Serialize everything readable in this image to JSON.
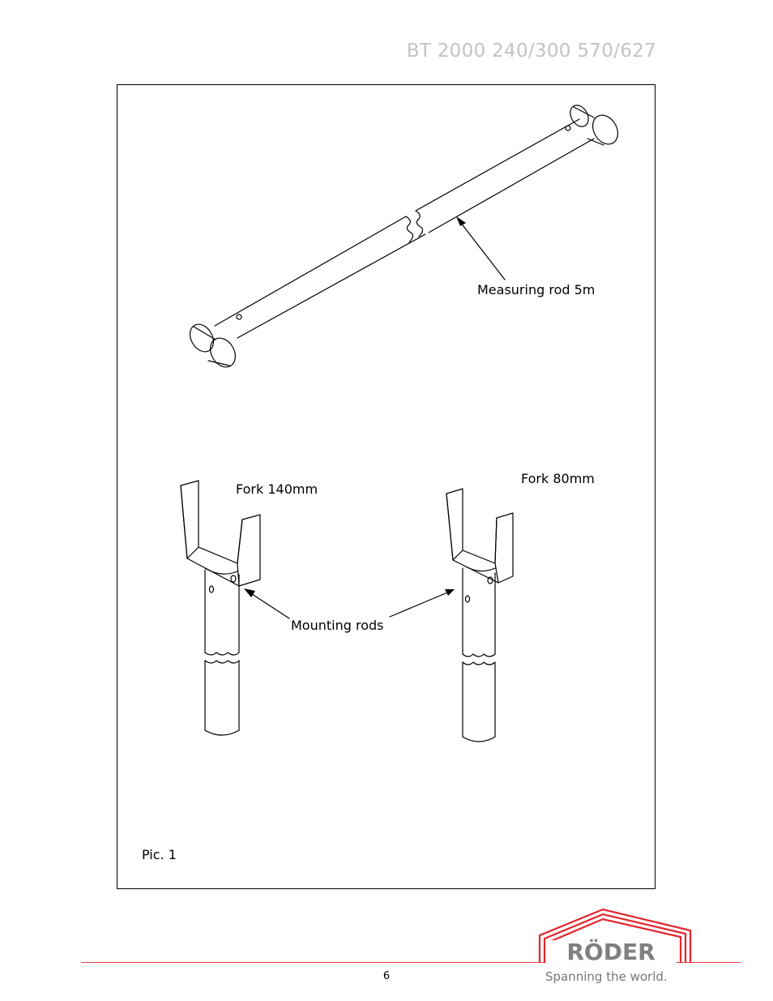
{
  "header": {
    "title": "BT 2000 240/300 570/627"
  },
  "figure": {
    "labels": {
      "measuring_rod": "Measuring rod 5m",
      "fork_140": "Fork 140mm",
      "fork_80": "Fork 80mm",
      "mounting_rods": "Mounting rods",
      "caption": "Pic. 1"
    }
  },
  "footer": {
    "page_number": "6",
    "logo_text": "RÖDER",
    "slogan": "Spanning the world."
  },
  "colors": {
    "title": "#c3c3c3",
    "brand_red": "#e3242b",
    "logo_gray": "#808080",
    "rule": "#e04040"
  }
}
